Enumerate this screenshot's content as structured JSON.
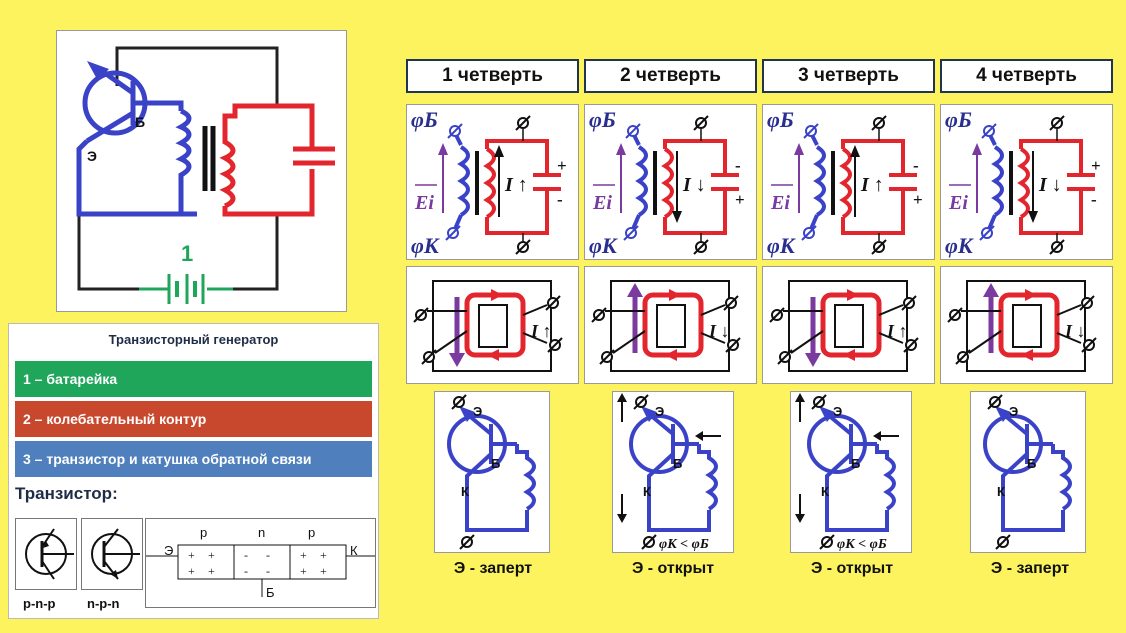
{
  "main_circuit": {
    "battery_number": "1",
    "base_label": "Б",
    "emitter_label": "Э"
  },
  "quarters": [
    {
      "header": "1 четверть",
      "current": "I ↑",
      "sign_top": "+",
      "sign_bottom": "-",
      "status": "Э - заперт"
    },
    {
      "header": "2 четверть",
      "current": "I ↓",
      "sign_top": "-",
      "sign_bottom": "+",
      "status": "Э - открыт",
      "condition": "φК < φБ"
    },
    {
      "header": "3 четверть",
      "current": "I ↑",
      "sign_top": "-",
      "sign_bottom": "+",
      "status": "Э - открыт",
      "condition": "φК < φБ"
    },
    {
      "header": "4 четверть",
      "current": "I ↓",
      "sign_top": "+",
      "sign_bottom": "-",
      "status": "Э - заперт"
    }
  ],
  "symbols": {
    "phi_b": "φБ",
    "phi_k": "φК",
    "emf": "Ei",
    "emitter": "Э",
    "base": "Б",
    "collector": "К"
  },
  "legend": {
    "title": "Транзисторный генератор",
    "items": [
      {
        "label": "1 – батарейка",
        "color": "#1fa65b"
      },
      {
        "label": "2 – колебательный контур",
        "color": "#c8482e"
      },
      {
        "label": "3 – транзистор и катушка обратной связи",
        "color": "#4f80bd"
      }
    ]
  },
  "transistor": {
    "title": "Транзистор:",
    "pnp": "p-n-p",
    "npn": "n-p-n",
    "regions": [
      "p",
      "n",
      "p"
    ],
    "emitter": "Э",
    "collector": "К",
    "base": "Б",
    "charges": [
      "+",
      "-"
    ]
  },
  "colors": {
    "background": "#fdf35f",
    "blue": "#3a43c8",
    "red": "#e3262e",
    "green": "#1fa65b",
    "purple": "#7a3aa0"
  }
}
